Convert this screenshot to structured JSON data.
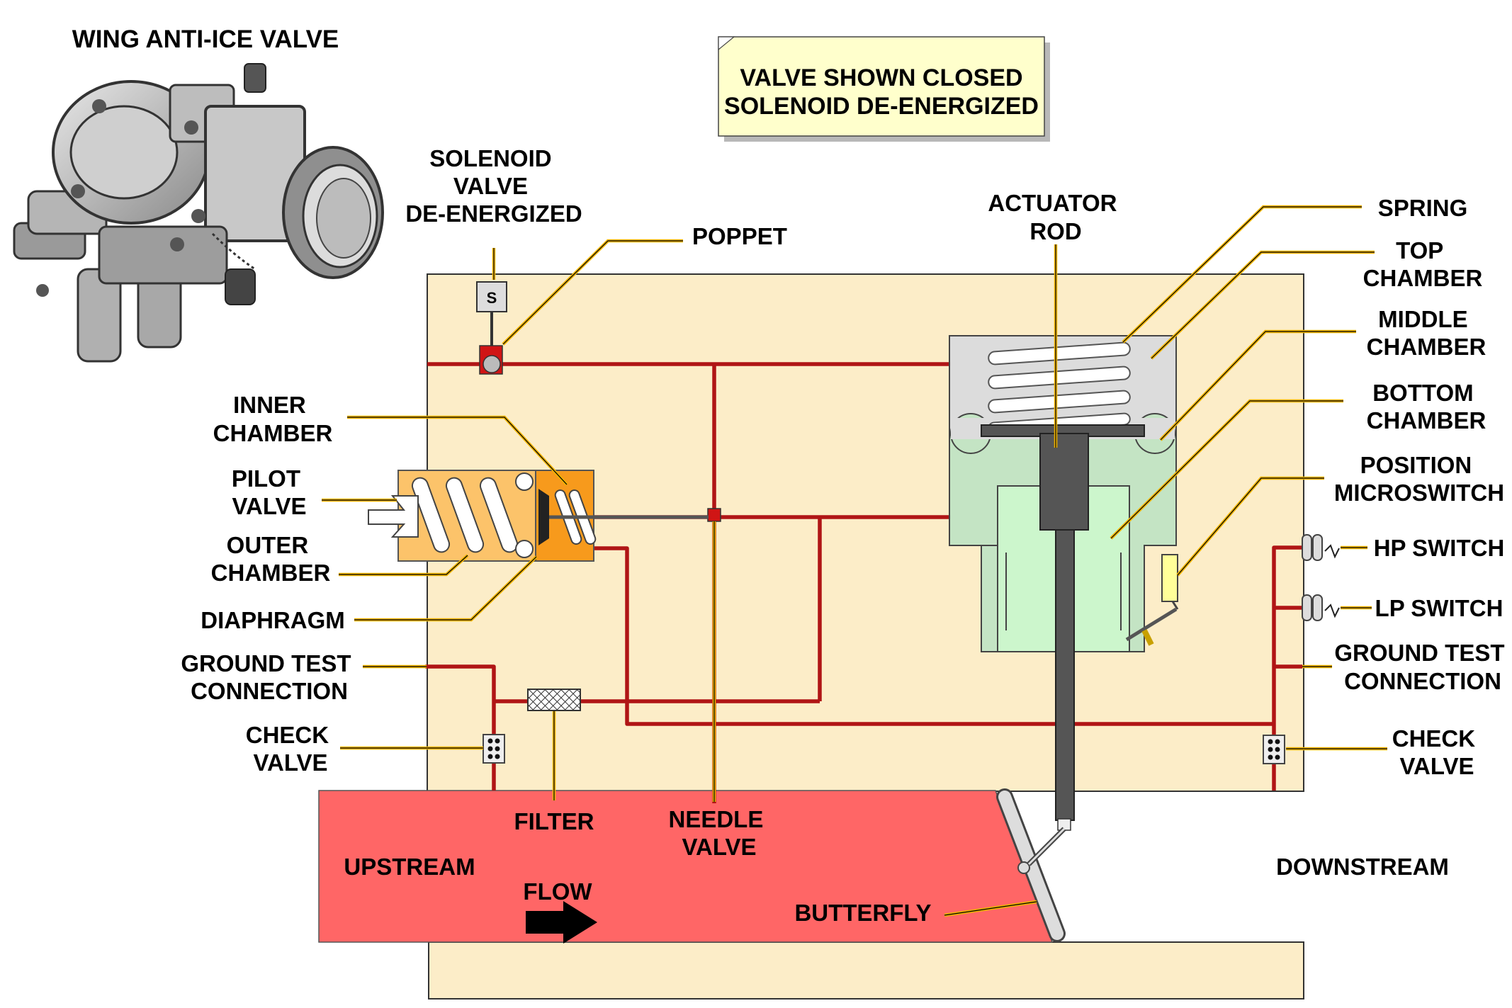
{
  "title": "WING ANTI-ICE VALVE",
  "note": {
    "line1": "VALVE SHOWN CLOSED",
    "line2": "SOLENOID DE-ENERGIZED"
  },
  "solenoid_symbol": "S",
  "labels": {
    "solenoid_valve": [
      "SOLENOID",
      "VALVE",
      "DE-ENERGIZED"
    ],
    "poppet": "POPPET",
    "actuator_rod": [
      "ACTUATOR",
      "ROD"
    ],
    "spring": "SPRING",
    "top_chamber": [
      "TOP",
      "CHAMBER"
    ],
    "middle_chamber": [
      "MIDDLE",
      "CHAMBER"
    ],
    "bottom_chamber": [
      "BOTTOM",
      "CHAMBER"
    ],
    "position_microswitch": [
      "POSITION",
      "MICROSWITCH"
    ],
    "hp_switch": "HP SWITCH",
    "lp_switch": "LP SWITCH",
    "ground_test_right": [
      "GROUND TEST",
      "CONNECTION"
    ],
    "check_valve_right": [
      "CHECK",
      "VALVE"
    ],
    "inner_chamber": [
      "INNER",
      "CHAMBER"
    ],
    "pilot_valve": [
      "PILOT",
      "VALVE"
    ],
    "outer_chamber": [
      "OUTER",
      "CHAMBER"
    ],
    "diaphragm": "DIAPHRAGM",
    "ground_test_left": [
      "GROUND TEST",
      "CONNECTION"
    ],
    "check_valve_left": [
      "CHECK",
      "VALVE"
    ],
    "filter": "FILTER",
    "needle_valve": [
      "NEEDLE",
      "VALVE"
    ],
    "upstream": "UPSTREAM",
    "flow": "FLOW",
    "butterfly": "BUTTERFLY",
    "downstream": "DOWNSTREAM"
  },
  "colors": {
    "housing": "#fcedc8",
    "duct_fill": "#ff6666",
    "pipe": "#b01515",
    "leader": "#f0b400",
    "pilot_outer": "#fcc36a",
    "pilot_inner": "#f79a1c",
    "top_chamber": "#dcdcdc",
    "middle_chamber": "#c4e4c4",
    "bottom_chamber": "#ccf6cc",
    "rod": "#555555",
    "note_bg": "#ffffcc"
  },
  "icons": [
    "valve-unit-illustration",
    "flow-arrow-icon",
    "solenoid-box-icon",
    "poppet-ball-icon",
    "filter-icon",
    "check-valve-icon",
    "pressure-switch-icon",
    "microswitch-icon",
    "spring-coil-icon"
  ]
}
